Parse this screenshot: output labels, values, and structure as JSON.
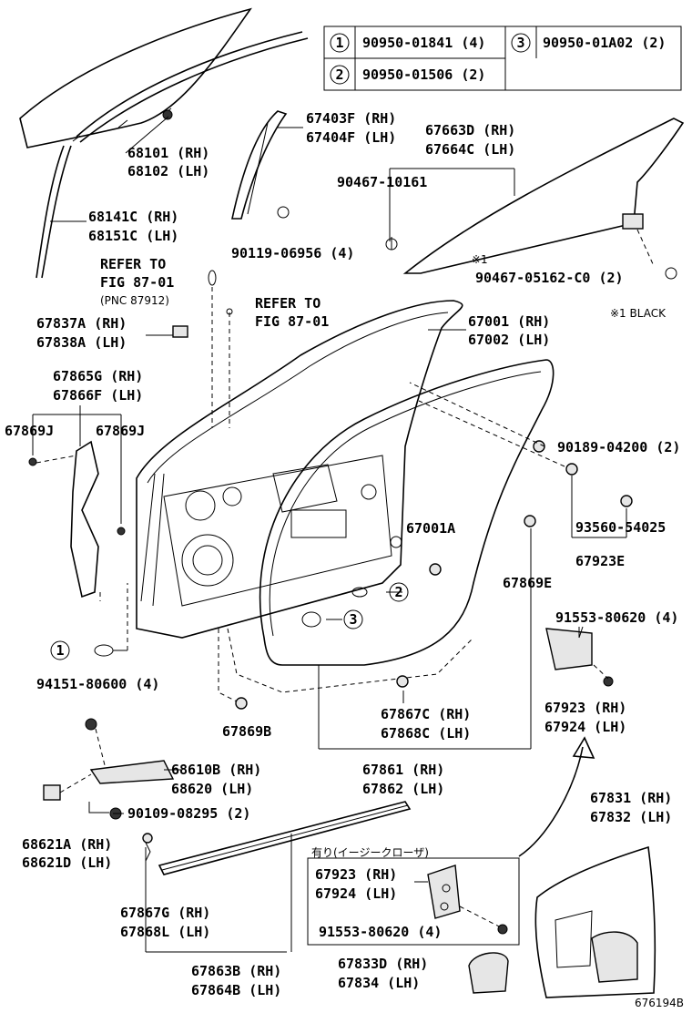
{
  "legend": {
    "rows": [
      {
        "num": "1",
        "code": "90950-01841 (4)",
        "num2": "3",
        "code2": "90950-01A02 (2)"
      },
      {
        "num": "2",
        "code": "90950-01506 (2)"
      }
    ]
  },
  "labels": {
    "l68101": "68101 (RH)",
    "l68102": "68102 (LH)",
    "l67403": "67403F (RH)",
    "l67404": "67404F (LH)",
    "l67663": "67663D (RH)",
    "l67664": "67664C (LH)",
    "l90467a": "90467-10161",
    "l68141": "68141C (RH)",
    "l68151": "68151C (LH)",
    "l90119": "90119-06956 (4)",
    "lnote1": "※1",
    "l90467b": "90467-05162-C0 (2)",
    "lrefer1a": "REFER TO",
    "lrefer1b": "FIG 87-01",
    "lrefer1c": "(PNC 87912)",
    "lrefer2a": "REFER TO",
    "lrefer2b": "FIG 87-01",
    "lnote2": "※1 BLACK",
    "l67837": "67837A (RH)",
    "l67838": "67838A (LH)",
    "l67001": "67001 (RH)",
    "l67002": "67002 (LH)",
    "l67865": "67865G (RH)",
    "l67866": "67866F (LH)",
    "l67869ja": "67869J",
    "l67869jb": "67869J",
    "l90189": "90189-04200 (2)",
    "l67001a": "67001A",
    "l93560": "93560-54025",
    "l67923e": "67923E",
    "l67869e": "67869E",
    "lc2": "2",
    "lc3": "3",
    "lc1": "1",
    "l91553a": "91553-80620 (4)",
    "l94151": "94151-80600 (4)",
    "l67869b": "67869B",
    "l67867c": "67867C (RH)",
    "l67868c": "67868C (LH)",
    "l67923": "67923 (RH)",
    "l67924": "67924 (LH)",
    "l68610": "68610B (RH)",
    "l68620": "68620 (LH)",
    "l67861": "67861 (RH)",
    "l67862": "67862 (LH)",
    "l90109": "90109-08295 (2)",
    "l67831": "67831 (RH)",
    "l67832": "67832 (LH)",
    "l68621a": "68621A (RH)",
    "l68621d": "68621D (LH)",
    "lbox": "有り(イージークローザ)",
    "lbox67923": "67923 (RH)",
    "lbox67924": "67924 (LH)",
    "l67867g": "67867G (RH)",
    "l67868l": "67868L (LH)",
    "l91553b": "91553-80620 (4)",
    "l67863": "67863B (RH)",
    "l67864": "67864B (LH)",
    "l67833": "67833D (RH)",
    "l67834": "67834 (LH)",
    "lfig": "676194B"
  }
}
